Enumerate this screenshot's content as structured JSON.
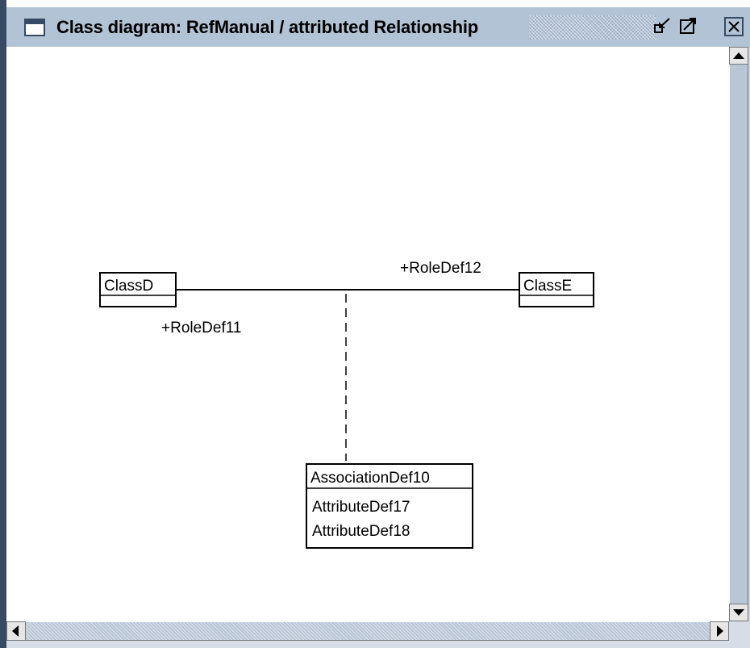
{
  "window": {
    "title": "Class diagram: RefManual / attributed Relationship",
    "icons": {
      "window": "window-icon",
      "minimize": "minimize-icon",
      "maximize": "maximize-icon",
      "close": "close-icon"
    }
  },
  "diagram": {
    "classes": [
      {
        "name": "ClassD",
        "attributes": []
      },
      {
        "name": "ClassE",
        "attributes": []
      },
      {
        "name": "AssociationDef10",
        "attributes": [
          "AttributeDef17",
          "AttributeDef18"
        ]
      }
    ],
    "association": {
      "role_end1": "+RoleDef11",
      "role_end2": "+RoleDef12"
    }
  },
  "scrollbars": {
    "vertical_icons": [
      "scroll-up-icon",
      "scroll-down-icon"
    ],
    "horizontal_icons": [
      "scroll-left-icon",
      "scroll-right-icon"
    ]
  }
}
